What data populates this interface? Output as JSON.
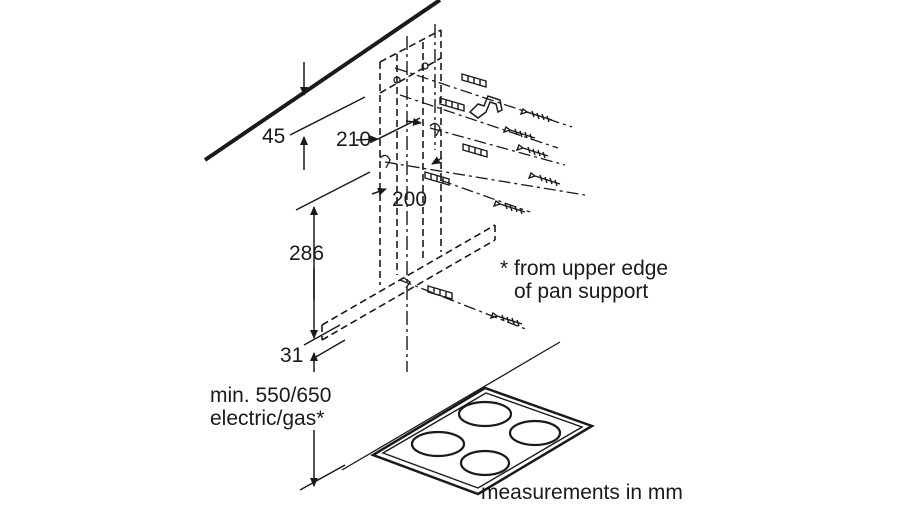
{
  "dimensions": {
    "ceiling_gap": "45",
    "hole_spacing_upper": "210",
    "hole_spacing_lower": "200",
    "bracket_height": "286",
    "bracket_offset": "31",
    "min_height_line1": "min. 550/650",
    "min_height_line2": "electric/gas*"
  },
  "notes": {
    "footnote_line1": "* from upper edge",
    "footnote_line2": "of pan support",
    "units": "measurements in mm"
  },
  "colors": {
    "ink": "#1a1a1a",
    "background": "#ffffff"
  }
}
